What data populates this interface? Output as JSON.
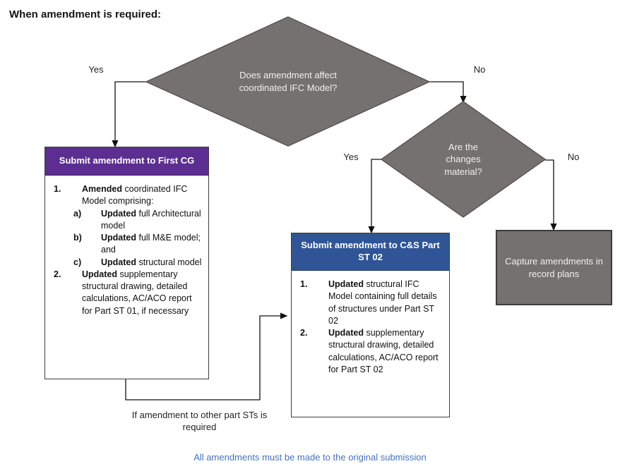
{
  "page": {
    "title": "When amendment is required:",
    "footer_note": "All amendments must be made to the original submission"
  },
  "colors": {
    "diamond_gray": "#767171",
    "purple_header": "#5c2e91",
    "blue_header": "#2f5597",
    "footer_blue": "#4472c4"
  },
  "flowchart": {
    "decision_main": {
      "text": "Does amendment affect coordinated IFC Model?",
      "yes_label": "Yes",
      "no_label": "No"
    },
    "decision_material": {
      "text": "Are the changes material?",
      "yes_label": "Yes",
      "no_label": "No"
    },
    "first_cg_box": {
      "header": "Submit amendment to First CG",
      "items": [
        {
          "label": "1.",
          "bold": "Amended",
          "rest": " coordinated IFC Model comprising:",
          "sub": [
            {
              "label": "a)",
              "bold": "Updated",
              "rest": " full Architectural model"
            },
            {
              "label": "b)",
              "bold": "Updated",
              "rest": " full M&E model; and"
            },
            {
              "label": "c)",
              "bold": "Updated",
              "rest": " structural model"
            }
          ]
        },
        {
          "label": "2.",
          "bold": "Updated",
          "rest": " supplementary structural drawing, detailed calculations, AC/ACO report for Part ST 01, if necessary"
        }
      ]
    },
    "cs_box": {
      "header": "Submit amendment to C&S Part ST 02",
      "items": [
        {
          "label": "1.",
          "bold": "Updated",
          "rest": " structural IFC Model containing full details of structures under Part ST 02"
        },
        {
          "label": "2.",
          "bold": "Updated",
          "rest": " supplementary structural drawing, detailed calculations, AC/ACO report for Part ST 02"
        }
      ]
    },
    "record_box": {
      "text": "Capture amendments in record plans"
    },
    "connector_label": "If amendment to other part STs is required"
  }
}
